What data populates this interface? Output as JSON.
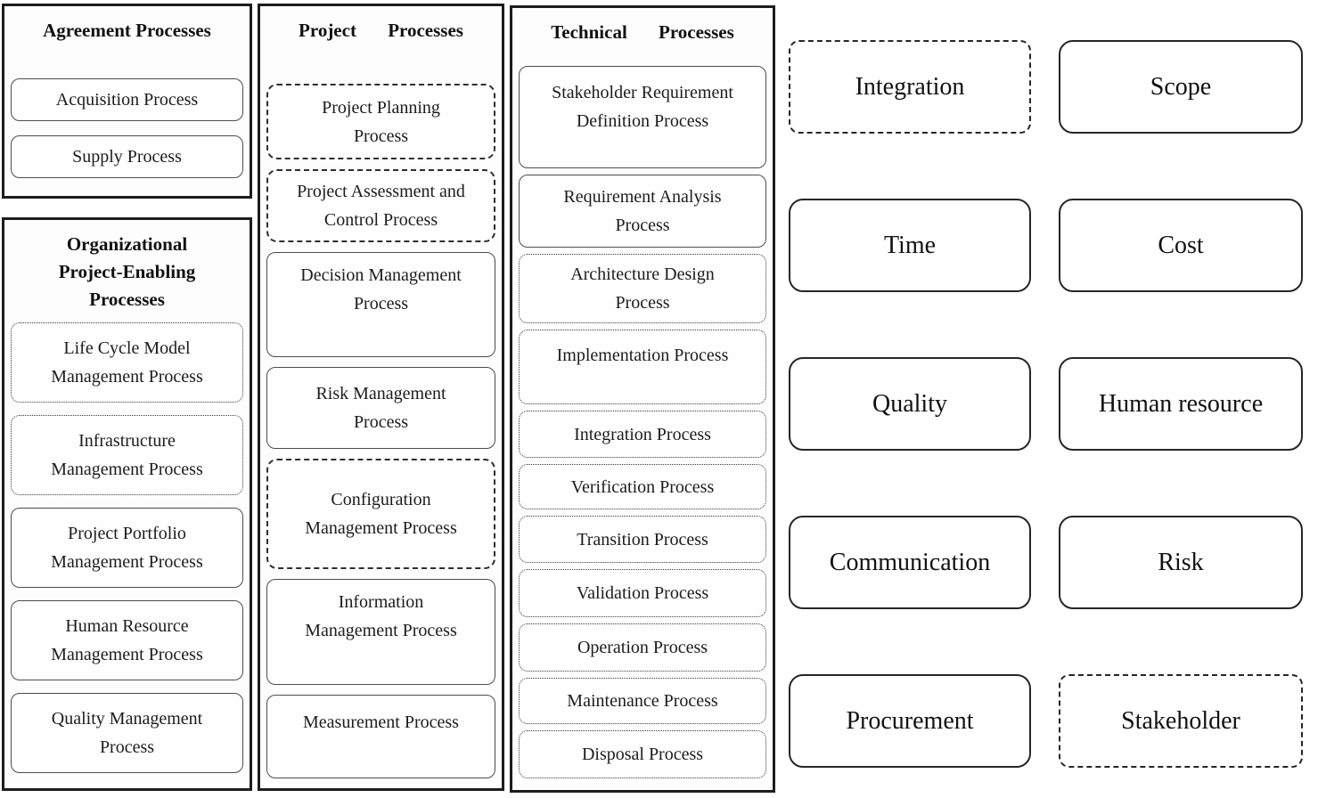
{
  "agreement": {
    "title": "Agreement Processes",
    "boxes": [
      "Acquisition Process",
      "Supply Process"
    ]
  },
  "organizational": {
    "title": "Organizational\nProject-Enabling\nProcesses",
    "boxes": [
      "Life Cycle Model\nManagement Process",
      "Infrastructure\nManagement Process",
      "Project Portfolio\nManagement Process",
      "Human Resource\nManagement Process",
      "Quality Management\nProcess"
    ]
  },
  "project": {
    "title": "Project Processes",
    "boxes": [
      "Project Planning\nProcess",
      "Project Assessment and\nControl Process",
      "Decision Management\nProcess",
      "Risk Management\nProcess",
      "Configuration\nManagement Process",
      "Information\nManagement Process",
      "Measurement Process"
    ]
  },
  "technical": {
    "title": "Technical Processes",
    "boxes": [
      "Stakeholder Requirement\nDefinition Process",
      "Requirement Analysis\nProcess",
      "Architecture Design\nProcess",
      "Implementation Process",
      "Integration Process",
      "Verification Process",
      "Transition Process",
      "Validation Process",
      "Operation Process",
      "Maintenance Process",
      "Disposal Process"
    ]
  },
  "knowledge_areas": {
    "rows": [
      [
        "Integration",
        "Scope"
      ],
      [
        "Time",
        "Cost"
      ],
      [
        "Quality",
        "Human resource"
      ],
      [
        "Communication",
        "Risk"
      ],
      [
        "Procurement",
        "Stakeholder"
      ]
    ]
  },
  "colors": {
    "panel_border": "#1d1d1d",
    "box_border": "#3a3a3a",
    "text": "#1a1a1a",
    "background": "#ffffff"
  }
}
